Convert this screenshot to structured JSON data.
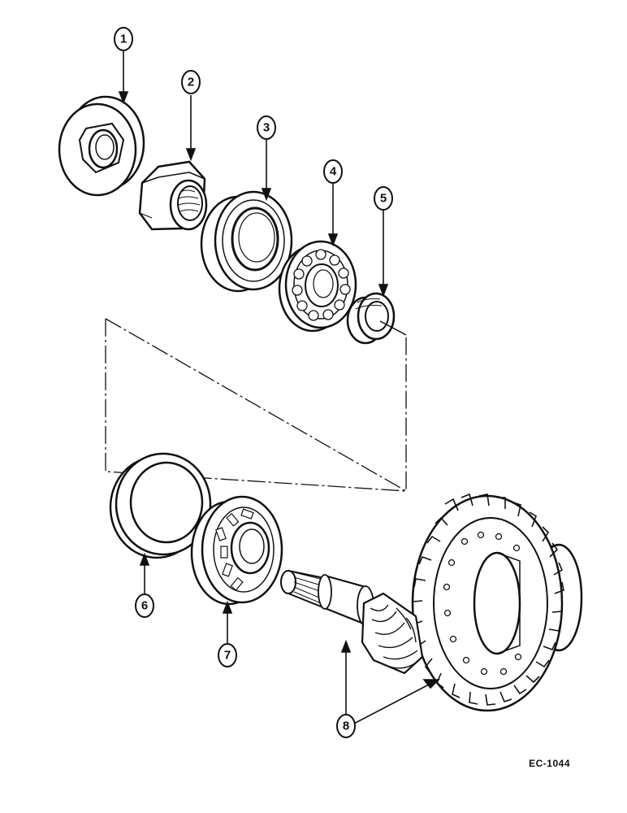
{
  "diagram": {
    "callouts": [
      {
        "id": "1",
        "label": "1"
      },
      {
        "id": "2",
        "label": "2"
      },
      {
        "id": "3",
        "label": "3"
      },
      {
        "id": "4",
        "label": "4"
      },
      {
        "id": "5",
        "label": "5"
      },
      {
        "id": "6",
        "label": "6"
      },
      {
        "id": "7",
        "label": "7"
      },
      {
        "id": "8",
        "label": "8"
      }
    ],
    "reference_code": "EC-1044"
  }
}
